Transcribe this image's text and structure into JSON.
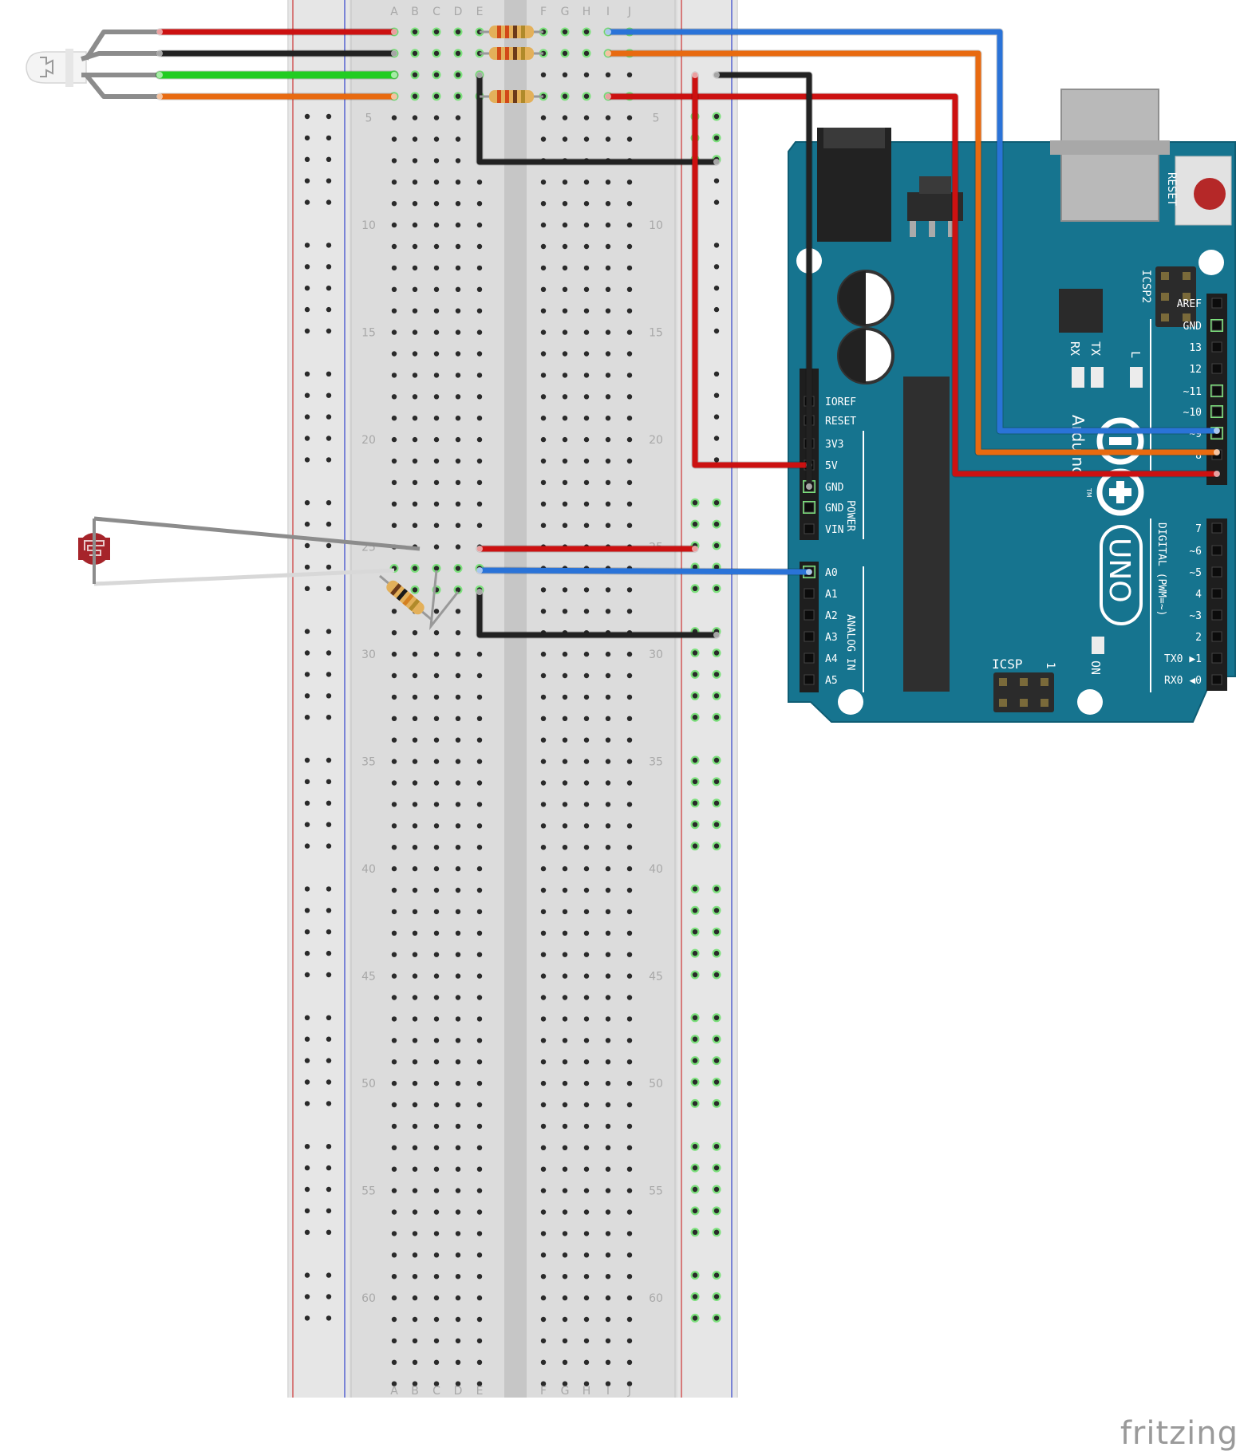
{
  "breadboard": {
    "column_letters_left": [
      "A",
      "B",
      "C",
      "D",
      "E"
    ],
    "column_letters_right": [
      "F",
      "G",
      "H",
      "I",
      "J"
    ],
    "row_numbers": [
      "5",
      "10",
      "15",
      "20",
      "25",
      "30",
      "35",
      "40",
      "45",
      "50",
      "55",
      "60"
    ],
    "row_count": 64
  },
  "arduino": {
    "reset_label": "RESET",
    "icsp2_label": "ICSP2",
    "icsp_label": "ICSP",
    "icsp_pin1": "1",
    "led_labels": [
      "RX",
      "TX",
      "L"
    ],
    "on_label": "ON",
    "brand": "Arduino",
    "tm": "TM",
    "model": "UNO",
    "power_group_label": "POWER",
    "analog_group_label": "ANALOG IN",
    "digital_group_label": "DIGITAL (PWM=~)",
    "power_pins": [
      "IOREF",
      "RESET",
      "3V3",
      "5V",
      "GND",
      "GND",
      "VIN"
    ],
    "analog_pins": [
      "A0",
      "A1",
      "A2",
      "A3",
      "A4",
      "A5"
    ],
    "digital_top_pins": [
      "AREF",
      "GND",
      "13",
      "12",
      "~11",
      "~10",
      "~9",
      "8"
    ],
    "digital_bottom_pins": [
      "7",
      "~6",
      "~5",
      "4",
      "~3",
      "2",
      "TX0 ▶1",
      "RX0 ◀0"
    ]
  },
  "colors": {
    "wire_red": "#cc1111",
    "wire_black": "#222222",
    "wire_green": "#22cc22",
    "wire_orange": "#e86a10",
    "wire_blue": "#2a73d8",
    "wire_gray": "#8c8c8c",
    "board_teal": "#16748f",
    "breadboard": "#dadada"
  },
  "watermark": "fritzing"
}
